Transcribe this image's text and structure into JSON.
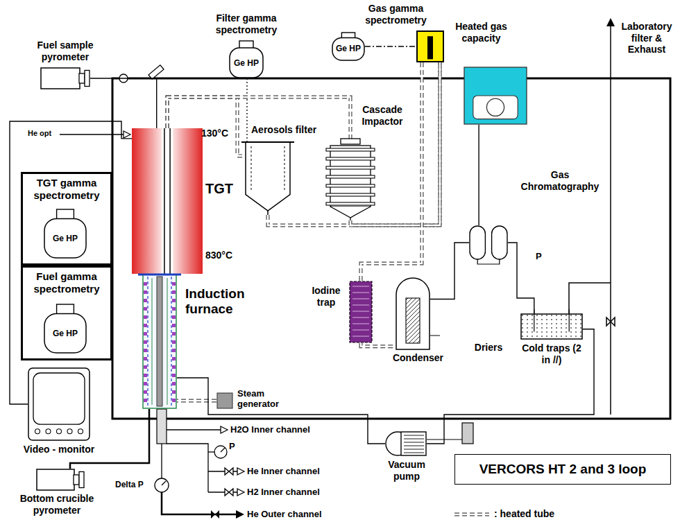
{
  "diagram": {
    "title": "VERCORS HT 2 and 3 loop",
    "nodes": [
      {
        "text": [
          "Fuel sample pyrometer"
        ]
      },
      {
        "text": [
          "Filter gamma spectrometry",
          "Ge HP"
        ]
      },
      {
        "text": [
          "Gas gamma spectrometry",
          "Ge HP"
        ]
      },
      {
        "text": [
          "Heated gas capacity"
        ]
      },
      {
        "text": [
          "TGT gamma spectrometry"
        ]
      },
      {
        "text": [
          "Ge HP"
        ],
        "in": 4
      },
      {
        "text": [
          "Fuel gamma spectrometry"
        ]
      },
      {
        "text": [
          "Ge HP"
        ],
        "in": 6
      },
      {
        "text": [
          "TGT"
        ]
      },
      {
        "text": [
          "Induction furnace"
        ]
      },
      {
        "text": [
          "Aerosols filter"
        ]
      },
      {
        "text": [
          "Cascade Impactor"
        ]
      },
      {
        "text": [
          "Gas Chromatography"
        ]
      },
      {
        "text": [
          "Iodine trap"
        ]
      },
      {
        "text": [
          "Condenser"
        ]
      },
      {
        "text": [
          "Driers"
        ]
      },
      {
        "text": [
          "Cold traps (2 in //)"
        ]
      },
      {
        "text": [
          "Steam generator"
        ]
      },
      {
        "text": [
          "Video - monitor"
        ]
      },
      {
        "text": [
          "Bottom crucible pyrometer"
        ]
      },
      {
        "text": [
          "Vacuum pump"
        ]
      }
    ],
    "edges": [
      {
        "from": 0,
        "to": 8,
        "arrow": "none"
      },
      {
        "from": 1,
        "to": 10,
        "arrow": "none"
      },
      {
        "from": 2,
        "to": 3,
        "arrow": "none"
      },
      {
        "from": 8,
        "to": 10,
        "arrow": "none"
      },
      {
        "from": 8,
        "to": 11,
        "arrow": "none"
      },
      {
        "from": 10,
        "to": 3,
        "arrow": "none"
      },
      {
        "from": 11,
        "to": 3,
        "arrow": "none"
      },
      {
        "from": 3,
        "to": 13,
        "arrow": "none"
      },
      {
        "from": 13,
        "to": 14,
        "arrow": "none"
      },
      {
        "from": 14,
        "to": 15,
        "arrow": "none"
      },
      {
        "from": 12,
        "to": 15,
        "arrow": "none"
      },
      {
        "from": 15,
        "to": 16,
        "arrow": "none"
      },
      {
        "from": 18,
        "to": 8,
        "arrow": "none"
      },
      {
        "from": 19,
        "to": 9,
        "arrow": "none"
      },
      {
        "from": 17,
        "to": 9,
        "arrow": "none"
      },
      {
        "from": 9,
        "to": 20,
        "arrow": "none"
      },
      {
        "from": 16,
        "to": 20,
        "arrow": "none"
      }
    ],
    "labels": [
      "Laboratory filter & Exhaust",
      "He opt",
      "130°C",
      "830°C",
      "P",
      "H2O Inner channel",
      "P",
      "He Inner channel",
      "H2 Inner channel",
      "He Outer channel",
      "Delta P"
    ],
    "legend": [
      {
        "text": ": heated tube"
      }
    ]
  }
}
